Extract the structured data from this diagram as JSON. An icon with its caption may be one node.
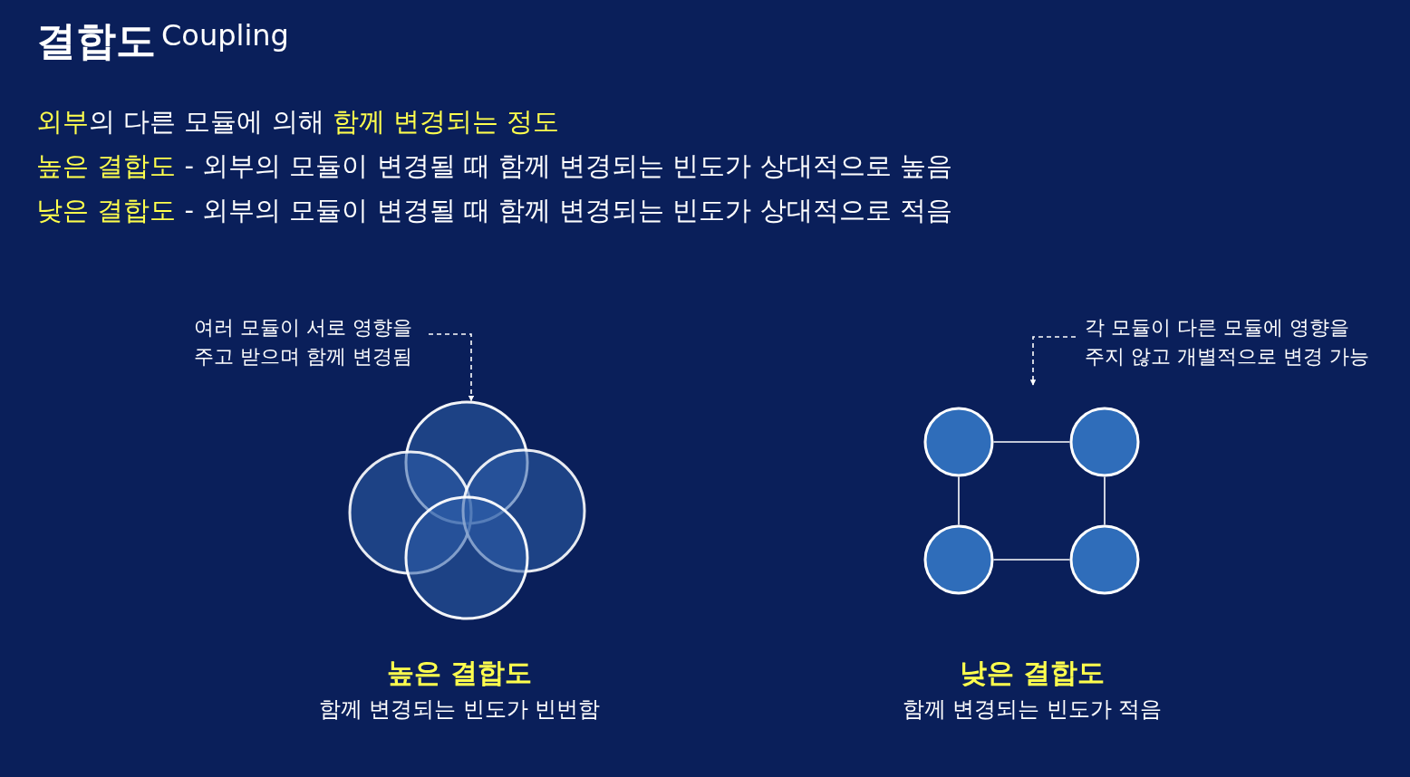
{
  "diagram": {
    "title": "결합도",
    "nodes": [
      {
        "text": [
          "여러 모듈이 서로 영향을 주고 받으며 함께 변경됨"
        ]
      },
      {
        "text": [],
        "shape": "circle"
      },
      {
        "text": [],
        "shape": "circle"
      },
      {
        "text": [],
        "shape": "circle"
      },
      {
        "text": [],
        "shape": "circle"
      },
      {
        "text": [
          "각 모듈이 다른 모듈에 영향을 주지 않고 개별적으로 변경 가능"
        ]
      },
      {
        "text": [],
        "shape": "circle"
      },
      {
        "text": [],
        "shape": "circle"
      },
      {
        "text": [],
        "shape": "circle"
      },
      {
        "text": [],
        "shape": "circle"
      }
    ],
    "edges": [
      {
        "from": 0,
        "to": 1,
        "arrow": "to",
        "style": "dashed"
      },
      {
        "from": 5,
        "to": null,
        "arrow": "to",
        "style": "dashed"
      },
      {
        "from": 6,
        "to": 7,
        "arrow": "none"
      },
      {
        "from": 6,
        "to": 8,
        "arrow": "none"
      },
      {
        "from": 7,
        "to": 9,
        "arrow": "none"
      },
      {
        "from": 8,
        "to": 9,
        "arrow": "none"
      }
    ],
    "labels": [
      "Coupling",
      "**외부**의 다른 모듈에 의해 **함께 변경되는 정도**",
      "**높은 결합도** - 외부의 모듈이 변경될 때 함께 변경되는 빈도가 상대적으로 높음",
      "**낮은 결합도** - 외부의 모듈이 변경될 때 함께 변경되는 빈도가 상대적으로 적음",
      "높은 결합도",
      "함께 변경되는 빈도가 빈번함",
      "낮은 결합도",
      "함께 변경되는 빈도가 적음"
    ]
  }
}
